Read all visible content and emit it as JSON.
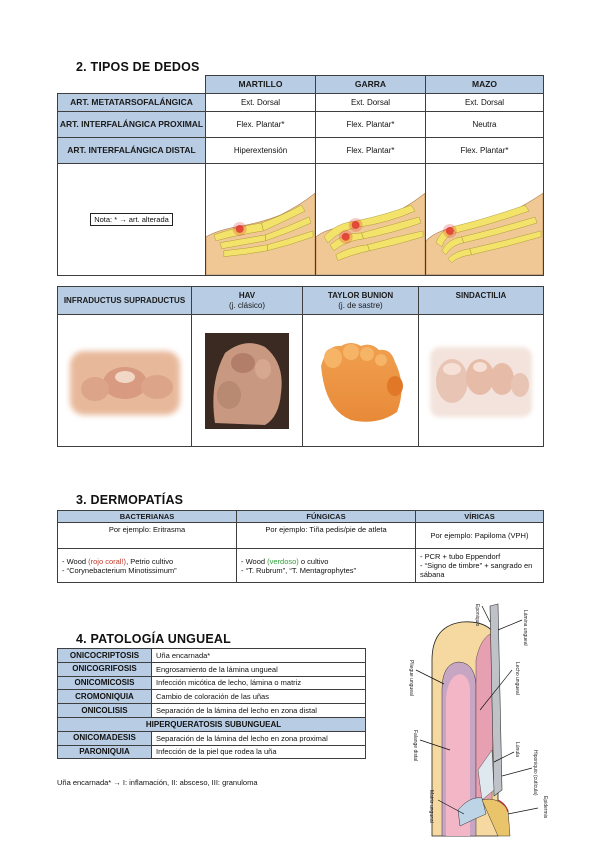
{
  "toe_types": {
    "heading": "2.  TIPOS DE DEDOS",
    "columns": [
      "MARTILLO",
      "GARRA",
      "MAZO"
    ],
    "rows": [
      {
        "label": "ART. METATARSOFALÁNGICA",
        "values": [
          "Ext. Dorsal",
          "Ext. Dorsal",
          "Ext. Dorsal"
        ]
      },
      {
        "label": "ART. INTERFALÁNGICA PROXIMAL",
        "values": [
          "Flex. Plantar*",
          "Flex. Plantar*",
          "Neutra"
        ]
      },
      {
        "label": "ART. INTERFALÁNGICA DISTAL",
        "values": [
          "Hiperextensión",
          "Flex. Plantar*",
          "Flex. Plantar*"
        ]
      }
    ],
    "note": "Nota: * → art. alterada"
  },
  "deformities": {
    "columns": [
      {
        "title": "INFRADUCTUS SUPRADUCTUS",
        "subtitle": ""
      },
      {
        "title": "HAV",
        "subtitle": "(j. clásico)"
      },
      {
        "title": "TAYLOR BUNION",
        "subtitle": "(j. de sastre)"
      },
      {
        "title": "SINDACTILIA",
        "subtitle": ""
      }
    ]
  },
  "dermopathies": {
    "heading": "3.  DERMOPATÍAS",
    "columns": [
      "BACTERIANAS",
      "FÚNGICAS",
      "VÍRICAS"
    ],
    "examples": [
      "Por ejemplo: Eritrasma",
      "Por ejemplo: Tiña pedis/pie de atleta",
      "Por ejemplo: Papiloma (VPH)"
    ],
    "bact_1_a": "- Wood ",
    "bact_1_b": "(rojo coral!)",
    "bact_1_c": ", Petrio cultivo",
    "bact_2": "- “Corynebacterium Minotissimum”",
    "fung_1_a": "- Wood ",
    "fung_1_b": "(verdoso)",
    "fung_1_c": " o cultivo",
    "fung_2": "- “T. Rubrum”, “T. Mentagrophytes”",
    "vir_1": "- PCR + tubo Eppendorf",
    "vir_2": "- “Signo de timbre” + sangrado en sábana"
  },
  "nail": {
    "heading": "4.  PATOLOGÍA UNGUEAL",
    "rows_top": [
      {
        "term": "ONICOCRIPTOSIS",
        "def": "Uña encarnada*"
      },
      {
        "term": "ONICOGRIFOSIS",
        "def": "Engrosamiento de la lámina ungueal"
      },
      {
        "term": "ONICOMICOSIS",
        "def": "Infección micótica de lecho, lámina o matriz"
      },
      {
        "term": "CROMONIQUIA",
        "def": "Cambio de coloración de las uñas"
      },
      {
        "term": "ONICOLISIS",
        "def": "Separación de la lámina del lecho en zona distal"
      }
    ],
    "span_row": "HIPERQUERATOSIS SUBUNGUEAL",
    "rows_bottom": [
      {
        "term": "ONICOMADESIS",
        "def": "Separación de la lámina del lecho en zona proximal"
      },
      {
        "term": "PARONIQUIA",
        "def": "Infección de la piel que rodea la uña"
      }
    ],
    "footnote": "Uña encarnada* → I: inflamación, II: absceso, III: granuloma"
  },
  "diagram_labels": {
    "eponychium": "Eponiquio",
    "lamina": "Lámina ungueal",
    "pliegue": "Pliegue ungueal",
    "lecho": "Lecho ungueal",
    "falange": "Falange distal",
    "lunula": "Lúnula",
    "hiponiquio": "Hiponiquio (cutícula)",
    "matriz": "Matriz ungueal",
    "epidermis": "Epidermis"
  },
  "colors": {
    "header_blue": "#b8cce4",
    "wood_red": "#c0392b",
    "wood_green": "#2e9e3a"
  }
}
